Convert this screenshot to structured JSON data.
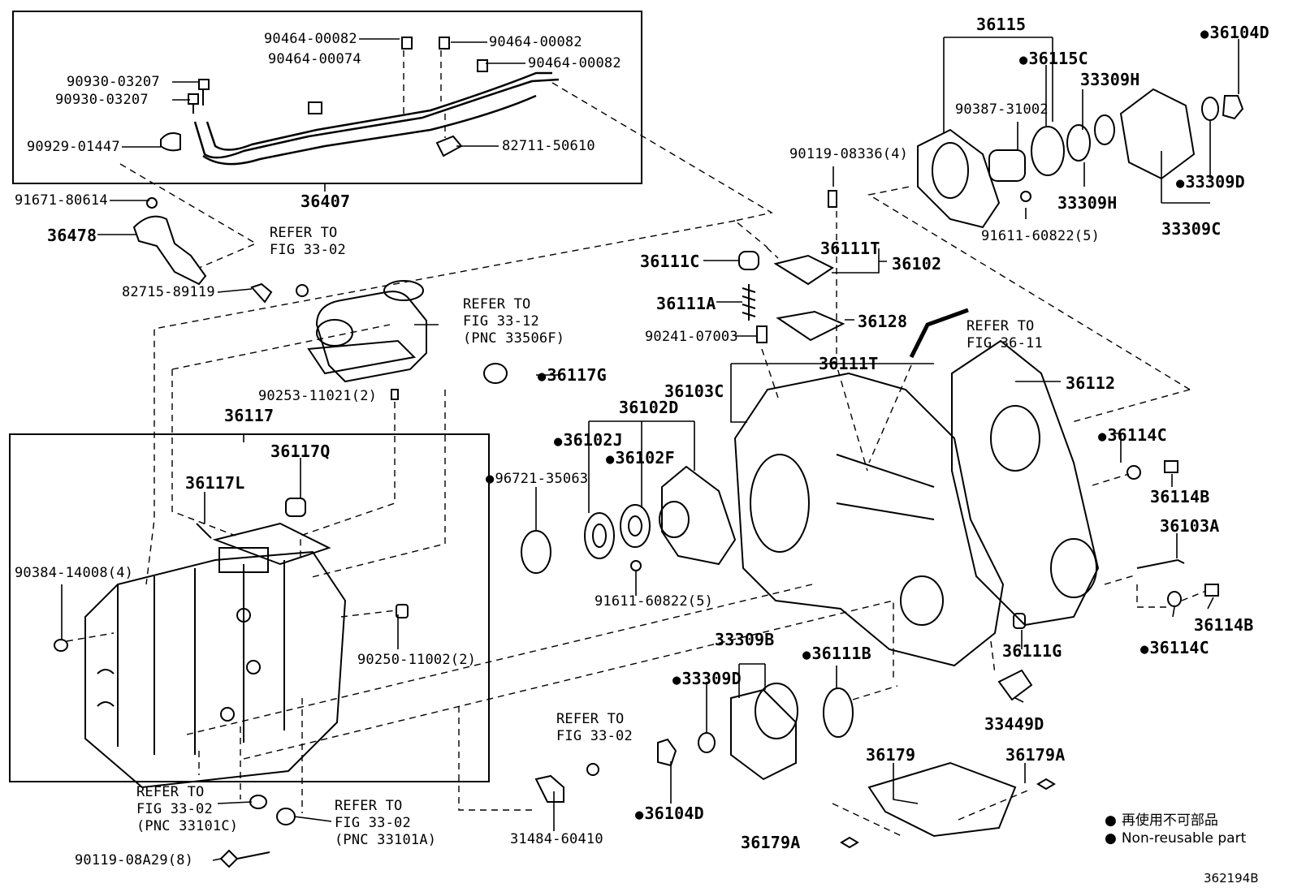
{
  "labels": [
    {
      "id": "l01",
      "text": "90464-00082"
    },
    {
      "id": "l02",
      "text": "90464-00082"
    },
    {
      "id": "l03",
      "text": "90464-00074"
    },
    {
      "id": "l04",
      "text": "90464-00082"
    },
    {
      "id": "l05",
      "text": "90930-03207"
    },
    {
      "id": "l06",
      "text": "90930-03207"
    },
    {
      "id": "l07",
      "text": "90929-01447"
    },
    {
      "id": "l08",
      "text": "82711-50610"
    },
    {
      "id": "l09",
      "text": "36407"
    },
    {
      "id": "l10",
      "text": "91671-80614"
    },
    {
      "id": "l11",
      "text": "36478"
    },
    {
      "id": "l12",
      "text": "REFER TO"
    },
    {
      "id": "l13",
      "text": "FIG 33-02"
    },
    {
      "id": "l14",
      "text": "82715-89119"
    },
    {
      "id": "l15",
      "text": "REFER TO"
    },
    {
      "id": "l16",
      "text": "FIG 33-12"
    },
    {
      "id": "l17",
      "text": "(PNC 33506F)"
    },
    {
      "id": "l18",
      "text": "90253-11021(2)"
    },
    {
      "id": "l19",
      "text": "36117"
    },
    {
      "id": "l20",
      "text": "36117G"
    },
    {
      "id": "l21",
      "text": "36117Q"
    },
    {
      "id": "l22",
      "text": "36117L"
    },
    {
      "id": "l23",
      "text": "90384-14008(4)"
    },
    {
      "id": "l24",
      "text": "90250-11002(2)"
    },
    {
      "id": "l25",
      "text": "REFER TO"
    },
    {
      "id": "l26",
      "text": "FIG 33-02"
    },
    {
      "id": "l27",
      "text": "(PNC 33101C)"
    },
    {
      "id": "l28",
      "text": "REFER TO"
    },
    {
      "id": "l29",
      "text": "FIG 33-02"
    },
    {
      "id": "l30",
      "text": "(PNC 33101A)"
    },
    {
      "id": "l31",
      "text": "90119-08A29(8)"
    },
    {
      "id": "l32",
      "text": "REFER TO"
    },
    {
      "id": "l33",
      "text": "FIG 33-02"
    },
    {
      "id": "l34",
      "text": "31484-60410"
    },
    {
      "id": "l35",
      "text": "36102D"
    },
    {
      "id": "l36",
      "text": "36102J"
    },
    {
      "id": "l37",
      "text": "36102F"
    },
    {
      "id": "l38",
      "text": "96721-35063"
    },
    {
      "id": "l39",
      "text": "91611-60822(5)"
    },
    {
      "id": "l40",
      "text": "33309B"
    },
    {
      "id": "l41",
      "text": "33309D"
    },
    {
      "id": "l42",
      "text": "36111B"
    },
    {
      "id": "l43",
      "text": "36104D"
    },
    {
      "id": "l44",
      "text": "36179"
    },
    {
      "id": "l45",
      "text": "36179A"
    },
    {
      "id": "l46",
      "text": "36179A"
    },
    {
      "id": "l47",
      "text": "33449D"
    },
    {
      "id": "l48",
      "text": "36111G"
    },
    {
      "id": "l49",
      "text": "36115"
    },
    {
      "id": "l50",
      "text": "36115C"
    },
    {
      "id": "l51",
      "text": "36104D"
    },
    {
      "id": "l52",
      "text": "33309H"
    },
    {
      "id": "l53",
      "text": "90387-31002"
    },
    {
      "id": "l54",
      "text": "33309H"
    },
    {
      "id": "l55",
      "text": "33309D"
    },
    {
      "id": "l56",
      "text": "33309C"
    },
    {
      "id": "l57",
      "text": "91611-60822(5)"
    },
    {
      "id": "l58",
      "text": "90119-08336(4)"
    },
    {
      "id": "l59",
      "text": "36111T"
    },
    {
      "id": "l60",
      "text": "36102"
    },
    {
      "id": "l61",
      "text": "36111C"
    },
    {
      "id": "l62",
      "text": "36111A"
    },
    {
      "id": "l63",
      "text": "36128"
    },
    {
      "id": "l64",
      "text": "90241-07003"
    },
    {
      "id": "l65",
      "text": "REFER TO"
    },
    {
      "id": "l66",
      "text": "FIG 36-11"
    },
    {
      "id": "l67",
      "text": "36111T"
    },
    {
      "id": "l68",
      "text": "36103C"
    },
    {
      "id": "l69",
      "text": "36112"
    },
    {
      "id": "l70",
      "text": "36114C"
    },
    {
      "id": "l71",
      "text": "36114B"
    },
    {
      "id": "l72",
      "text": "36103A"
    },
    {
      "id": "l73",
      "text": "36114B"
    },
    {
      "id": "l74",
      "text": "36114C"
    }
  ],
  "legend": {
    "ja": "再使用不可部品",
    "en": "Non-reusable part"
  },
  "illustration_id": "362194B",
  "colors": {
    "ink": "#000000",
    "background": "#ffffff"
  }
}
